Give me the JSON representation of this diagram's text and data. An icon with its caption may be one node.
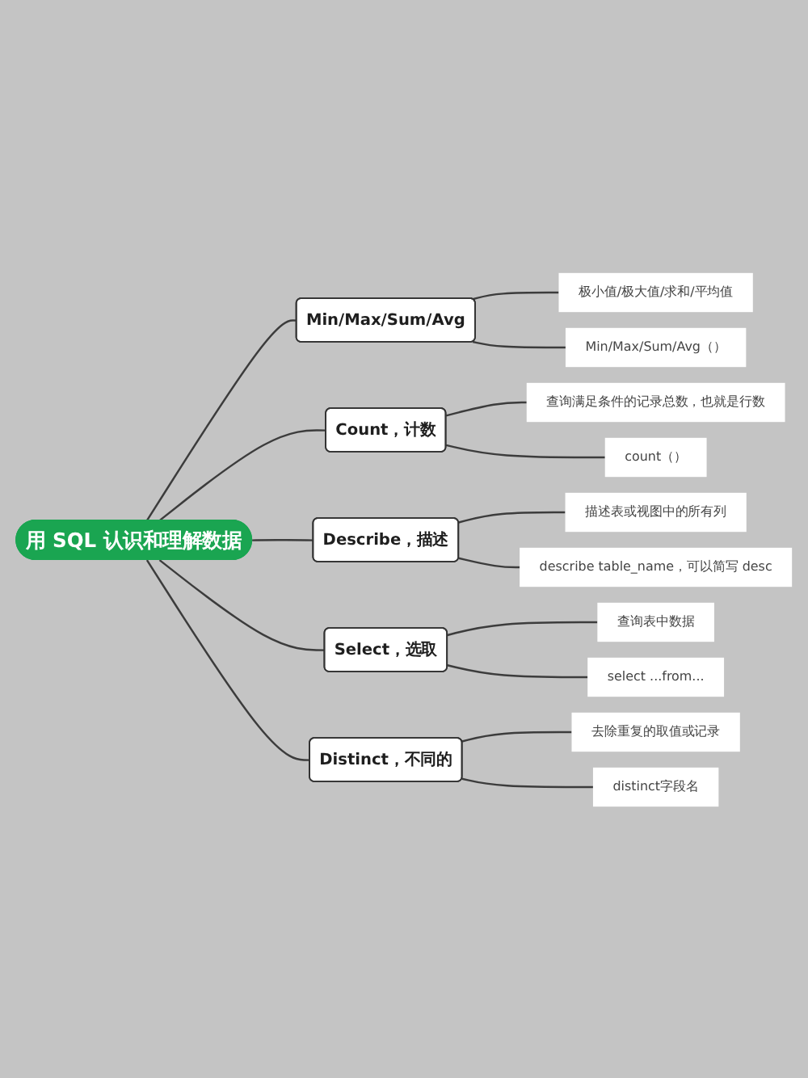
{
  "diagram": {
    "nodes": [
      {
        "text": [
          "用 SQL 认识和理解数据"
        ]
      },
      {
        "text": [
          "Min/Max/Sum/Avg"
        ]
      },
      {
        "text": [
          "极小值/极大值/求和/平均值"
        ]
      },
      {
        "text": [
          "Min/Max/Sum/Avg（）"
        ]
      },
      {
        "text": [
          "Count，计数"
        ]
      },
      {
        "text": [
          "查询满足条件的记录总数，也就是行数"
        ]
      },
      {
        "text": [
          "count（）"
        ]
      },
      {
        "text": [
          "Describe，描述"
        ]
      },
      {
        "text": [
          "描述表或视图中的所有列"
        ]
      },
      {
        "text": [
          "describe table_name，可以简写 desc"
        ]
      },
      {
        "text": [
          "Select，选取"
        ]
      },
      {
        "text": [
          "查询表中数据"
        ]
      },
      {
        "text": [
          "select ...from..."
        ]
      },
      {
        "text": [
          "Distinct，不同的"
        ]
      },
      {
        "text": [
          "去除重复的取值或记录"
        ]
      },
      {
        "text": [
          "distinct字段名"
        ]
      }
    ],
    "edges": [
      {
        "from": 0,
        "to": 1,
        "arrow": "none"
      },
      {
        "from": 1,
        "to": 2,
        "arrow": "none"
      },
      {
        "from": 1,
        "to": 3,
        "arrow": "none"
      },
      {
        "from": 0,
        "to": 4,
        "arrow": "none"
      },
      {
        "from": 4,
        "to": 5,
        "arrow": "none"
      },
      {
        "from": 4,
        "to": 6,
        "arrow": "none"
      },
      {
        "from": 0,
        "to": 7,
        "arrow": "none"
      },
      {
        "from": 7,
        "to": 8,
        "arrow": "none"
      },
      {
        "from": 7,
        "to": 9,
        "arrow": "none"
      },
      {
        "from": 0,
        "to": 10,
        "arrow": "none"
      },
      {
        "from": 10,
        "to": 11,
        "arrow": "none"
      },
      {
        "from": 10,
        "to": 12,
        "arrow": "none"
      },
      {
        "from": 0,
        "to": 13,
        "arrow": "none"
      },
      {
        "from": 13,
        "to": 14,
        "arrow": "none"
      },
      {
        "from": 13,
        "to": 15,
        "arrow": "none"
      }
    ]
  }
}
